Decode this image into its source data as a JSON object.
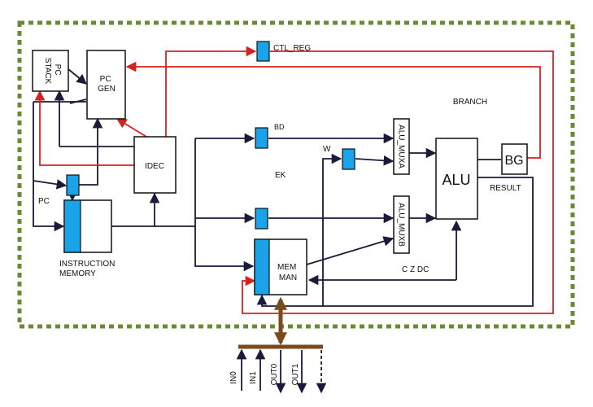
{
  "labels": {
    "ctl_reg": "CTL_REG",
    "pc_stack_line1": "PC",
    "pc_stack_line2": "STACK",
    "pc_gen_line1": "PC",
    "pc_gen_line2": "GEN",
    "branch": "BRANCH",
    "bd": "BD",
    "w": "W",
    "idec": "IDEC",
    "ek": "EK",
    "alu_muxa": "ALU_MUXA",
    "alu_muxb": "ALU_MUXB",
    "alu": "ALU",
    "bg": "BG",
    "result": "RESULT",
    "pc": "PC",
    "instruction_line1": "INSTRUCTION",
    "instruction_line2": "MEMORY",
    "mem_man_line1": "MEM",
    "mem_man_line2": "MAN",
    "czdc": "C Z DC",
    "in0": "IN0",
    "in1": "IN1",
    "out0": "OUT0",
    "out1": "OUT1"
  },
  "colors": {
    "frame": "#6b8a35",
    "register": "#1aa3e8",
    "control_path": "#d82020",
    "data_path": "#1a1a3a",
    "bus": "#7a4a1e"
  }
}
